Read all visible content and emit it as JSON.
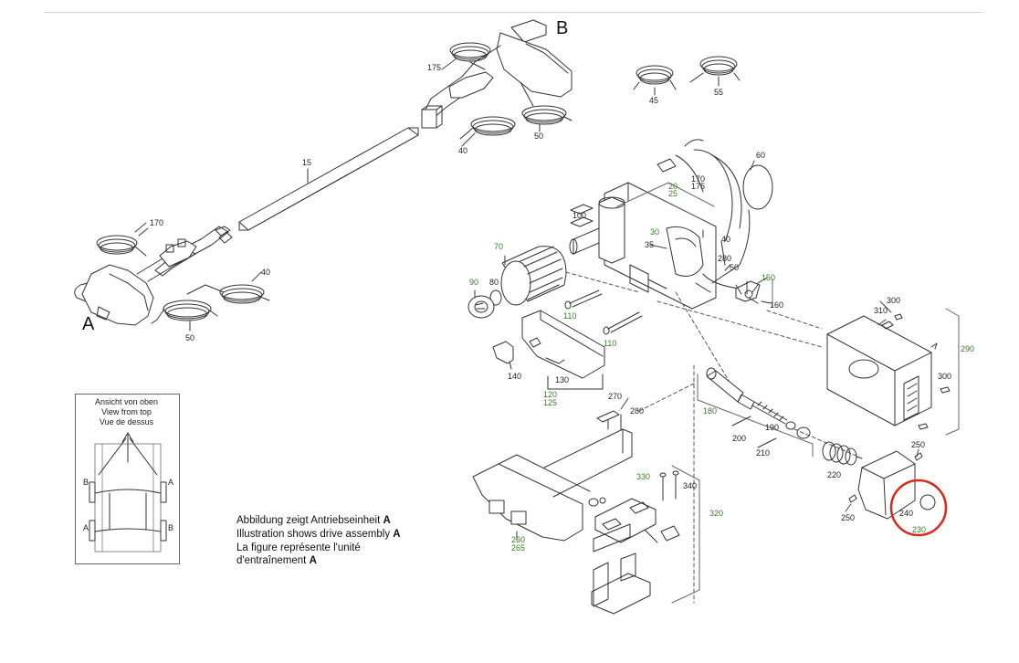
{
  "markers": {
    "assembly_a": "A",
    "assembly_b": "B"
  },
  "part_numbers": {
    "p15": "15",
    "p40_left": "40",
    "p40_top": "40",
    "p40_motor": "40",
    "p45": "45",
    "p50_left": "50",
    "p50_top": "50",
    "p50_motor": "50",
    "p55": "55",
    "p60": "60",
    "p70": "70",
    "p80": "80",
    "p90": "90",
    "p100": "100",
    "p110_a": "110",
    "p110_b": "110",
    "p120": "120",
    "p125": "125",
    "p130": "130",
    "p140": "140",
    "p150": "150",
    "p160": "160",
    "p170_left": "170",
    "p170_motor": "170",
    "p175_top": "175",
    "p175_motor": "175",
    "p180": "180",
    "p190": "190",
    "p200": "200",
    "p210": "210",
    "p220": "220",
    "p230": "230",
    "p240": "240",
    "p250_a": "250",
    "p250_b": "250",
    "p260": "260",
    "p265": "265",
    "p270": "270",
    "p280_motor": "280",
    "p280_bracket": "280",
    "p290": "290",
    "p300_a": "300",
    "p300_b": "300",
    "p310": "310",
    "p320": "320",
    "p330": "330",
    "p340": "340",
    "p20": "20",
    "p25": "25",
    "p30": "30",
    "p35": "35"
  },
  "inset": {
    "title_de": "Ansicht von oben",
    "title_en": "View from top",
    "title_fr": "Vue de dessus",
    "side_b_top": "B",
    "side_a_top": "A",
    "side_a_bottom": "A",
    "side_b_bottom": "B"
  },
  "caption": {
    "line1_text": "Abbildung zeigt Antriebseinheit ",
    "line1_mark": "A",
    "line2_text": "Illustration shows drive assembly ",
    "line2_mark": "A",
    "line3_text": "La figure représente l'unité",
    "line4_text": "d'entraînement ",
    "line4_mark": "A"
  },
  "colors": {
    "line": "#333333",
    "label_green": "#3a7a2a",
    "highlight": "#d9281c"
  }
}
